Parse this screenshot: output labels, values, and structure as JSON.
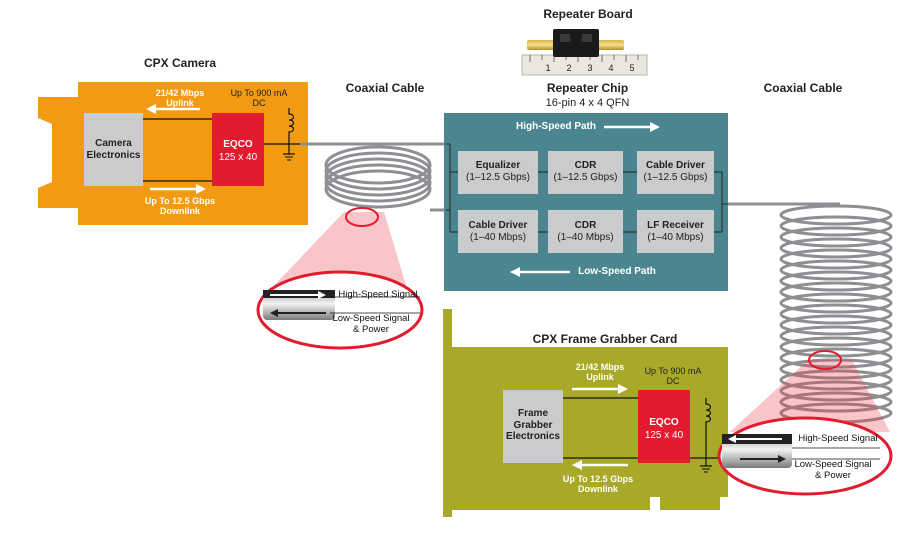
{
  "repeater_board": {
    "title": "Repeater Board"
  },
  "camera": {
    "title": "CPX Camera",
    "electronics_label": "Camera Electronics",
    "eqco_label": "EQCO",
    "eqco_size": "125 x 40",
    "uplink_rate": "21/42 Mbps",
    "uplink_label": "Uplink",
    "power_label": "Up To 900 mA DC",
    "downlink_rate": "Up To 12.5 Gbps",
    "downlink_label": "Downlink"
  },
  "coax_left": {
    "title": "Coaxial Cable"
  },
  "coax_right": {
    "title": "Coaxial Cable"
  },
  "repeater_chip": {
    "title": "Repeater Chip",
    "package": "16-pin 4 x 4 QFN",
    "high_speed_path": "High-Speed Path",
    "low_speed_path": "Low-Speed Path",
    "blocks": [
      {
        "name": "Equalizer",
        "range": "(1–12.5 Gbps)"
      },
      {
        "name": "CDR",
        "range": "(1–12.5 Gbps)"
      },
      {
        "name": "Cable Driver",
        "range": "(1–12.5 Gbps)"
      },
      {
        "name": "Cable Driver",
        "range": "(1–40 Mbps)"
      },
      {
        "name": "CDR",
        "range": "(1–40 Mbps)"
      },
      {
        "name": "LF Receiver",
        "range": "(1–40 Mbps)"
      }
    ]
  },
  "left_zoom": {
    "high_speed_signal": "High-Speed Signal",
    "low_speed_signal": "Low-Speed Signal & Power"
  },
  "right_zoom": {
    "high_speed_signal": "High-Speed Signal",
    "low_speed_signal": "Low-Speed Signal & Power"
  },
  "frame_grabber": {
    "title": "CPX Frame Grabber Card",
    "electronics_label": "Frame Grabber Electronics",
    "eqco_label": "EQCO",
    "eqco_size": "125 x 40",
    "uplink_rate": "21/42 Mbps",
    "uplink_label": "Uplink",
    "power_label": "Up To 900 mA DC",
    "downlink_rate": "Up To 12.5 Gbps",
    "downlink_label": "Downlink"
  },
  "ruler_numbers": [
    "1",
    "2",
    "3",
    "4",
    "5"
  ],
  "colors": {
    "camera_orange": "#F29A12",
    "eqco_red": "#E31B2F",
    "chip_teal": "#4A8590",
    "block_gray": "#C9CBCC",
    "pcb_olive": "#A8A928",
    "zoom_red": "#E8404A",
    "cable_gray": "#8D8F92"
  }
}
